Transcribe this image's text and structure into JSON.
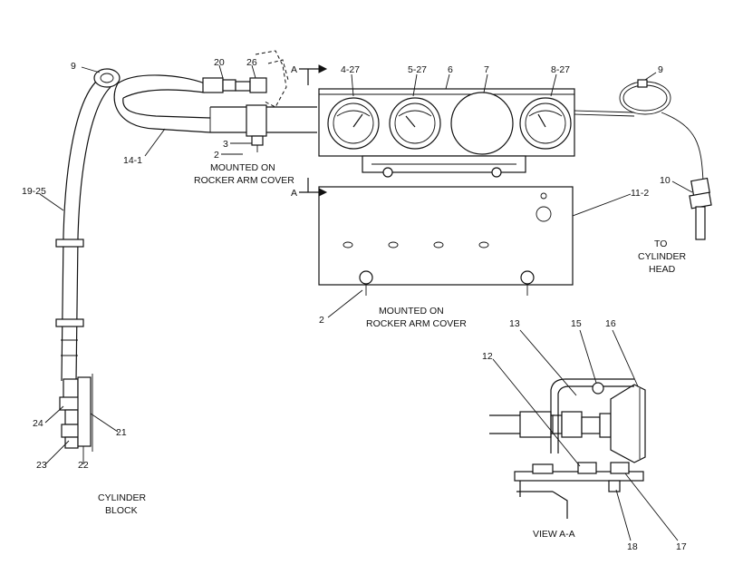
{
  "callouts": {
    "c_9a": "9",
    "c_20": "20",
    "c_26": "26",
    "c_4_27": "4-27",
    "c_5_27": "5-27",
    "c_6": "6",
    "c_7": "7",
    "c_8_27": "8-27",
    "c_9b": "9",
    "c_14_1": "14-1",
    "c_2a": "2",
    "c_3": "3",
    "c_19_25": "19-25",
    "c_10": "10",
    "c_11_2": "11-2",
    "c_2b": "2",
    "c_13": "13",
    "c_15": "15",
    "c_16": "16",
    "c_12": "12",
    "c_24": "24",
    "c_21": "21",
    "c_23": "23",
    "c_22": "22",
    "c_18": "18",
    "c_17": "17"
  },
  "section_marks": {
    "top": "A",
    "bottom": "A"
  },
  "notes": {
    "mounted_top_line1": "MOUNTED ON",
    "mounted_top_line2": "ROCKER ARM COVER",
    "mounted_bottom_line1": "MOUNTED ON",
    "mounted_bottom_line2": "ROCKER ARM COVER",
    "to_cyl_head_line1": "TO",
    "to_cyl_head_line2": "CYLINDER",
    "to_cyl_head_line3": "HEAD",
    "cyl_block_line1": "CYLINDER",
    "cyl_block_line2": "BLOCK",
    "view": "VIEW A-A"
  }
}
